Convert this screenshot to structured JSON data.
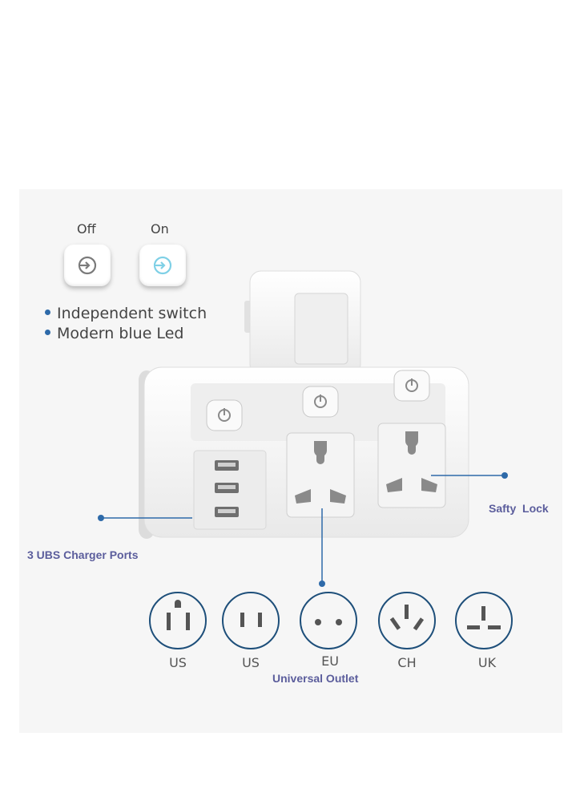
{
  "switch_states": {
    "off": "Off",
    "on": "On"
  },
  "features": [
    "Independent switch",
    "Modern blue Led"
  ],
  "callouts": {
    "safety_lock": "Safty  Lock",
    "usb_ports": "3 UBS Charger Ports"
  },
  "outlet_types": [
    "US",
    "US",
    "EU",
    "CH",
    "UK"
  ],
  "universal_outlet": "Universal Outlet",
  "colors": {
    "led_on": "#7fd0e6",
    "icon_off": "#7a7a7a",
    "callout_line": "#2e6aa9",
    "callout_text": "#5b5d9c",
    "outlet_ring": "#1e4f7a"
  },
  "icons": [
    "power-icon",
    "usb-port-icon",
    "plug-us-icon",
    "plug-eu-icon",
    "plug-ch-icon",
    "plug-uk-icon"
  ]
}
